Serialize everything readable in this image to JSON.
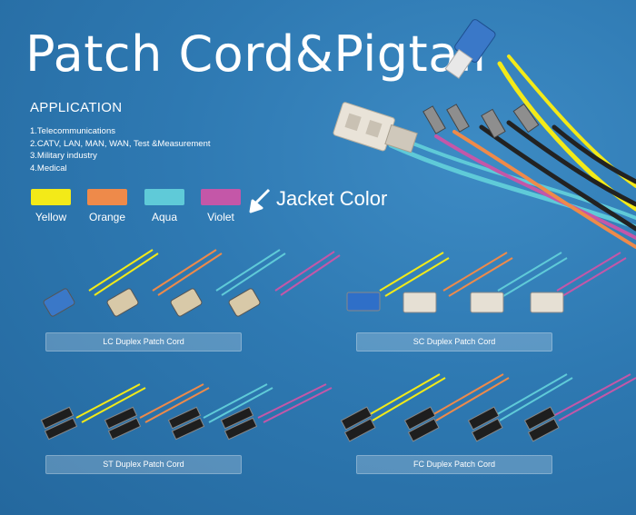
{
  "title": "Patch Cord&Pigtail",
  "application": {
    "heading": "APPLICATION",
    "items": [
      "1.Telecommunications",
      "2.CATV, LAN, MAN, WAN, Test &Measurement",
      "3.Military industry",
      "4.Medical"
    ]
  },
  "jacket": {
    "label": "Jacket Color",
    "colors": [
      {
        "name": "Yellow",
        "hex": "#f3ea18"
      },
      {
        "name": "Orange",
        "hex": "#ee8a4a"
      },
      {
        "name": "Aqua",
        "hex": "#5fcad8"
      },
      {
        "name": "Violet",
        "hex": "#c457a8"
      }
    ]
  },
  "cords": [
    {
      "name": "LC Duplex Patch Cord"
    },
    {
      "name": "SC Duplex Patch Cord"
    },
    {
      "name": "ST Duplex Patch Cord"
    },
    {
      "name": "FC Duplex Patch Cord"
    }
  ]
}
